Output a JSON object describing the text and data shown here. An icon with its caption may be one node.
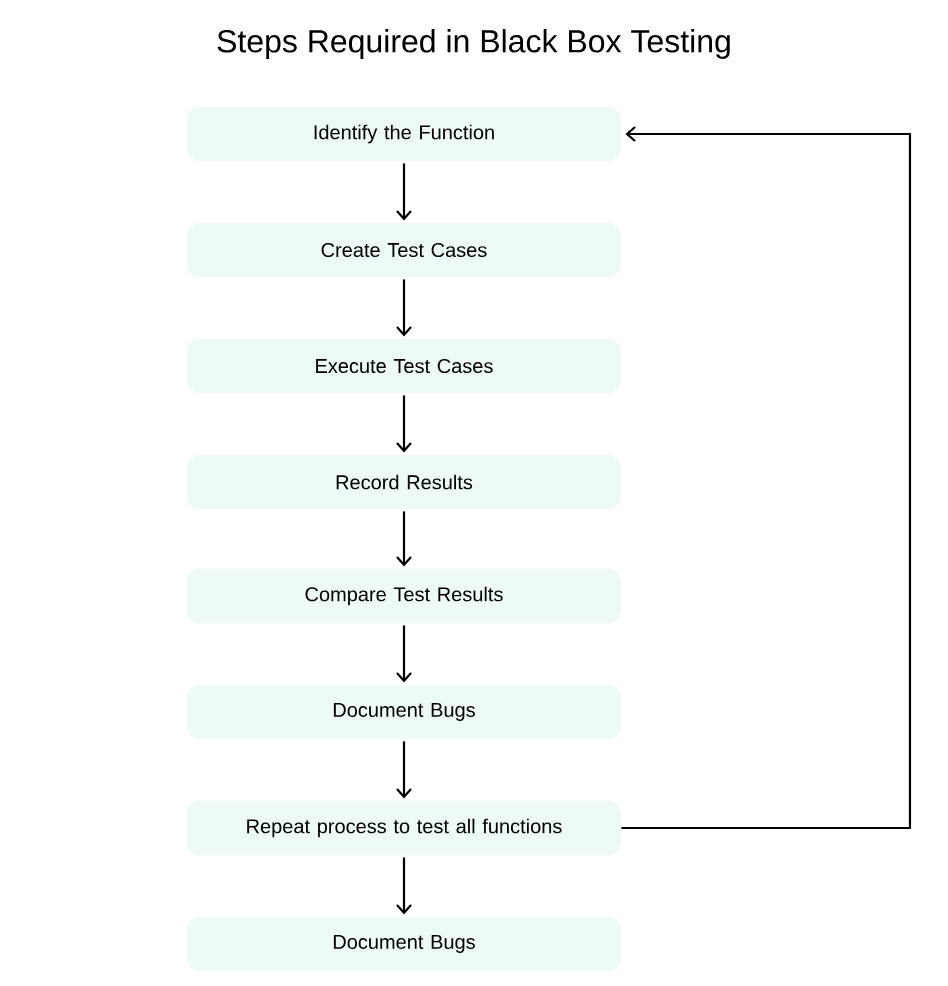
{
  "diagram": {
    "title": "Steps Required in Black Box Testing",
    "nodes": [
      {
        "text": [
          "Identify the Function"
        ]
      },
      {
        "text": [
          "Create Test Cases"
        ]
      },
      {
        "text": [
          "Execute Test Cases"
        ]
      },
      {
        "text": [
          "Record Results"
        ]
      },
      {
        "text": [
          "Compare Test Results"
        ]
      },
      {
        "text": [
          "Document Bugs"
        ]
      },
      {
        "text": [
          "Repeat process to test all functions"
        ]
      },
      {
        "text": [
          "Document Bugs"
        ]
      }
    ],
    "edges": [
      {
        "from": 0,
        "to": 1,
        "arrow": "to"
      },
      {
        "from": 1,
        "to": 2,
        "arrow": "to"
      },
      {
        "from": 2,
        "to": 3,
        "arrow": "to"
      },
      {
        "from": 3,
        "to": 4,
        "arrow": "to"
      },
      {
        "from": 4,
        "to": 5,
        "arrow": "to"
      },
      {
        "from": 5,
        "to": 6,
        "arrow": "to"
      },
      {
        "from": 6,
        "to": 7,
        "arrow": "to"
      },
      {
        "from": 6,
        "to": 0,
        "arrow": "to"
      }
    ]
  }
}
